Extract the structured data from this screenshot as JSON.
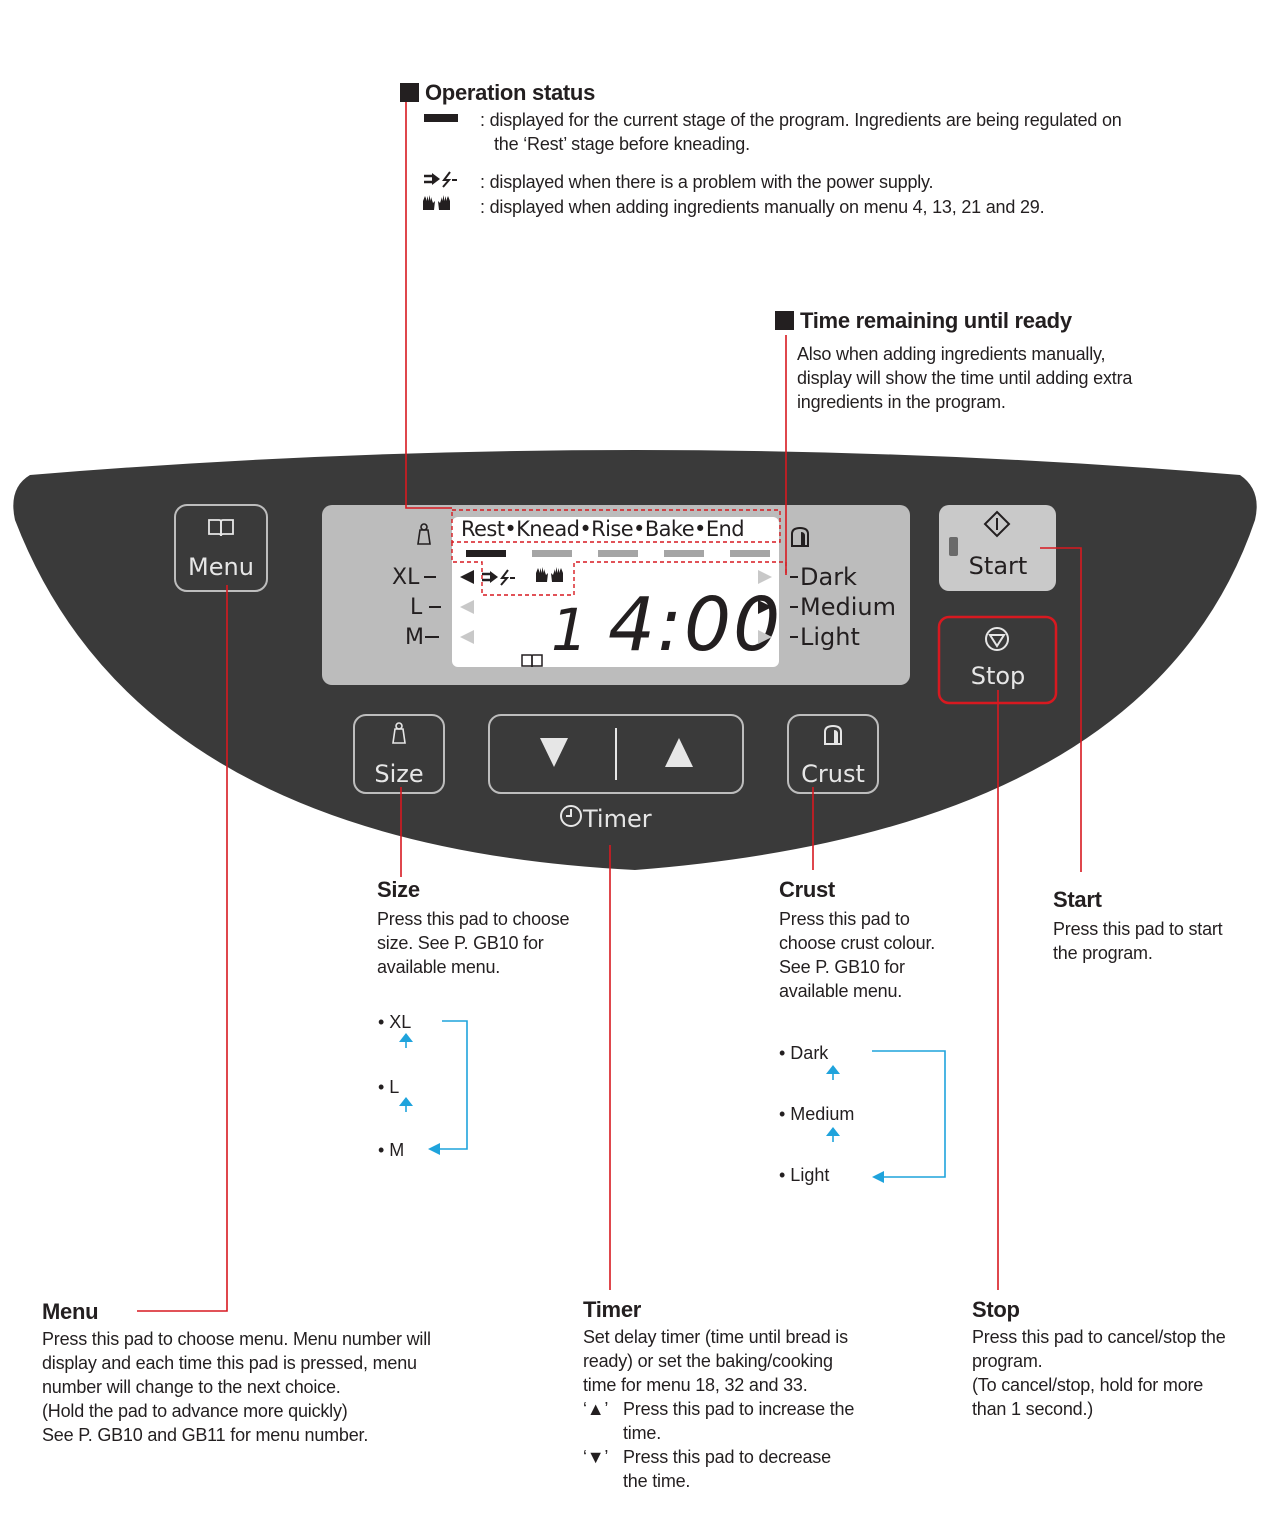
{
  "operation_status": {
    "title": "Operation status",
    "item1": ": displayed for the current stage of the program. Ingredients are being regulated on",
    "item1b": "the ‘Rest’ stage before kneading.",
    "item2": ": displayed when there is a problem with the power supply.",
    "item3": ": displayed when adding ingredients manually on menu 4, 13, 21 and 29."
  },
  "time_remaining": {
    "title": "Time remaining until ready",
    "line1": "Also when adding ingredients manually,",
    "line2": "display will show the time until adding extra",
    "line3": "ingredients in the program."
  },
  "panel": {
    "menu_label": "Menu",
    "start_label": "Start",
    "stop_label": "Stop",
    "size_label": "Size",
    "crust_label": "Crust",
    "timer_label": "Timer",
    "stages": [
      "Rest",
      "Knead",
      "Rise",
      "Bake",
      "End"
    ],
    "size_levels": [
      "XL",
      "L",
      "M"
    ],
    "crust_levels": [
      "Dark",
      "Medium",
      "Light"
    ],
    "menu_number": "1",
    "time_display": "4:00"
  },
  "size_note": {
    "title": "Size",
    "lines": [
      "Press this pad to choose",
      "size. See P. GB10 for",
      "available menu."
    ],
    "options": [
      "• XL",
      "• L",
      "• M"
    ]
  },
  "crust_note": {
    "title": "Crust",
    "lines": [
      "Press this pad to",
      "choose crust colour.",
      "See P. GB10 for",
      "available menu."
    ],
    "options": [
      "• Dark",
      "• Medium",
      "• Light"
    ]
  },
  "start_note": {
    "title": "Start",
    "lines": [
      "Press this pad to start",
      "the program."
    ]
  },
  "menu_note": {
    "title": "Menu",
    "lines": [
      "Press this pad to choose menu. Menu number will",
      "display and each time this pad is pressed, menu",
      "number will change to the next choice.",
      "(Hold the pad to advance more quickly)",
      "See P. GB10 and GB11 for menu number."
    ]
  },
  "timer_note": {
    "title": "Timer",
    "lines": [
      "Set delay timer (time until bread is",
      "ready) or set the baking/cooking",
      "time for menu 18, 32 and 33."
    ],
    "up_key": "‘▲’",
    "up_text1": "Press this pad to increase the",
    "up_text2": "time.",
    "down_key": "‘▼’",
    "down_text1": "Press this pad to decrease",
    "down_text2": "the time."
  },
  "stop_note": {
    "title": "Stop",
    "lines": [
      "Press this pad to cancel/stop the",
      "program.",
      "(To cancel/stop, hold for more",
      "than 1 second.)"
    ]
  },
  "colors": {
    "panel": "#3a3a3a",
    "lcd": "#bcbcbc",
    "leader": "#d71920",
    "arrow": "#1fa3dc"
  }
}
